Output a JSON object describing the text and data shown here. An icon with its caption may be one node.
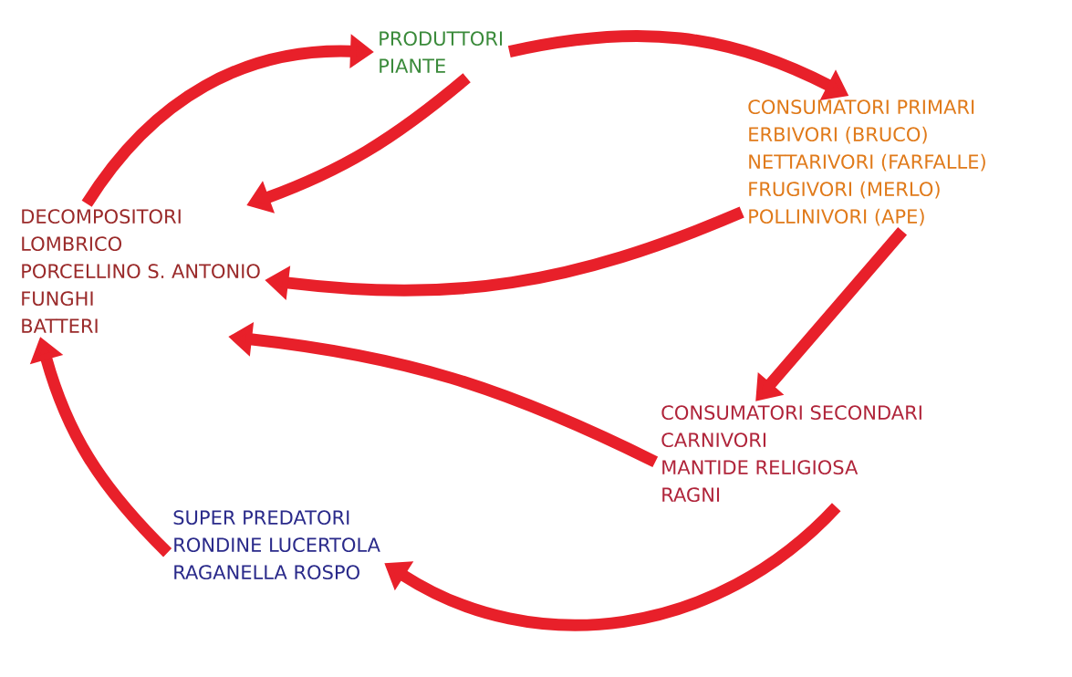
{
  "diagram": {
    "nodes": [
      {
        "text": [
          "PRODUTTORI",
          "PIANTE"
        ]
      },
      {
        "text": [
          "CONSUMATORI PRIMARI",
          "ERBIVORI (BRUCO)",
          "NETTARIVORI (FARFALLE)",
          "FRUGIVORI (MERLO)",
          "POLLINIVORI (APE)"
        ]
      },
      {
        "text": [
          "CONSUMATORI SECONDARI",
          "CARNIVORI",
          "MANTIDE RELIGIOSA",
          "RAGNI"
        ]
      },
      {
        "text": [
          "SUPER PREDATORI",
          "RONDINE LUCERTOLA",
          "RAGANELLA ROSPO"
        ]
      },
      {
        "text": [
          "DECOMPOSITORI",
          "LOMBRICO",
          "PORCELLINO S. ANTONIO",
          "FUNGHI",
          "BATTERI"
        ]
      }
    ],
    "edges": [
      {
        "from": 0,
        "to": 1,
        "arrow": "to"
      },
      {
        "from": 0,
        "to": 4,
        "arrow": "to"
      },
      {
        "from": 1,
        "to": 4,
        "arrow": "to"
      },
      {
        "from": 1,
        "to": 2,
        "arrow": "to"
      },
      {
        "from": 2,
        "to": 4,
        "arrow": "to"
      },
      {
        "from": 2,
        "to": 3,
        "arrow": "to"
      },
      {
        "from": 3,
        "to": 4,
        "arrow": "to"
      },
      {
        "from": 4,
        "to": 0,
        "arrow": "to"
      }
    ]
  }
}
